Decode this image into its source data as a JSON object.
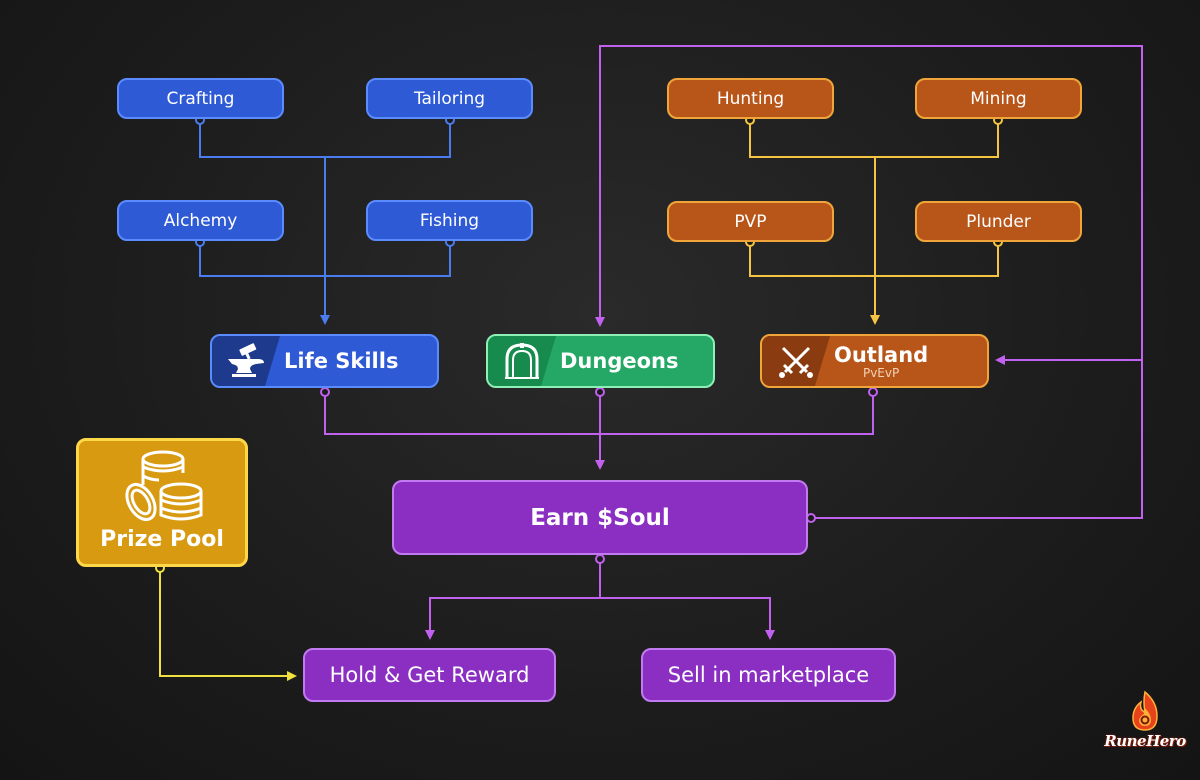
{
  "colors": {
    "background": "#1c1c1c",
    "life_skills": "#2f5ad6",
    "outland": "#b8561a",
    "dungeons": "#25a865",
    "earn": "#8a2fc2",
    "prize_pool": "#d89a10",
    "connector_blue": "#4a7cf0",
    "connector_yellow": "#f5c542",
    "connector_purple": "#c260f0",
    "connector_gold": "#f0e040"
  },
  "life_skills": {
    "activities": [
      "Crafting",
      "Tailoring",
      "Alchemy",
      "Fishing"
    ],
    "label": "Life Skills",
    "icon": "anvil-hammer-icon"
  },
  "dungeons": {
    "label": "Dungeons",
    "icon": "dungeon-gate-icon"
  },
  "outland": {
    "activities": [
      "Hunting",
      "Mining",
      "PVP",
      "Plunder"
    ],
    "label": "Outland",
    "sublabel": "PvEvP",
    "icon": "crossed-swords-icon"
  },
  "earn": {
    "label": "Earn $Soul"
  },
  "prize_pool": {
    "label": "Prize Pool",
    "icon": "coin-stacks-icon"
  },
  "outcomes": {
    "hold": "Hold & Get Reward",
    "sell": "Sell in marketplace"
  },
  "logo": {
    "text": "RuneHero",
    "icon": "flame-logo-icon"
  }
}
